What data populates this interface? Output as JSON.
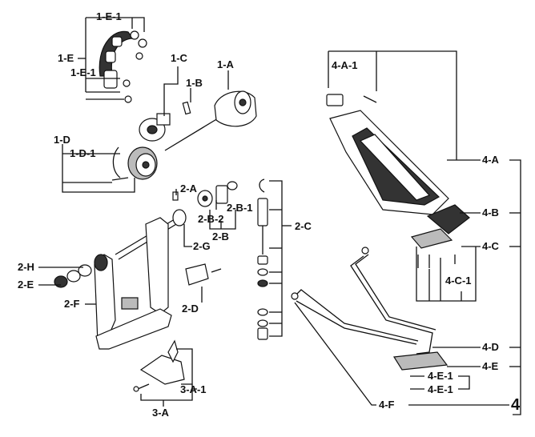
{
  "labels": {
    "l_1E1_top": "1-E-1",
    "l_1E": "1-E",
    "l_1E1_mid": "1-E-1",
    "l_1C": "1-C",
    "l_1A": "1-A",
    "l_1B": "1-B",
    "l_1D": "1-D",
    "l_1D1": "1-D-1",
    "l_4A1": "4-A-1",
    "l_4A": "4-A",
    "l_4B": "4-B",
    "l_4C": "4-C",
    "l_4C1": "4-C-1",
    "l_4D": "4-D",
    "l_4E": "4-E",
    "l_4E1a": "4-E-1",
    "l_4E1b": "4-E-1",
    "l_4F": "4-F",
    "l_4": "4",
    "l_2A": "2-A",
    "l_2B1": "2-B-1",
    "l_2B2": "2-B-2",
    "l_2B": "2-B",
    "l_2C": "2-C",
    "l_2G": "2-G",
    "l_2H": "2-H",
    "l_2E": "2-E",
    "l_2F": "2-F",
    "l_2D": "2-D",
    "l_3A1": "3-A-1",
    "l_3A": "3-A"
  }
}
